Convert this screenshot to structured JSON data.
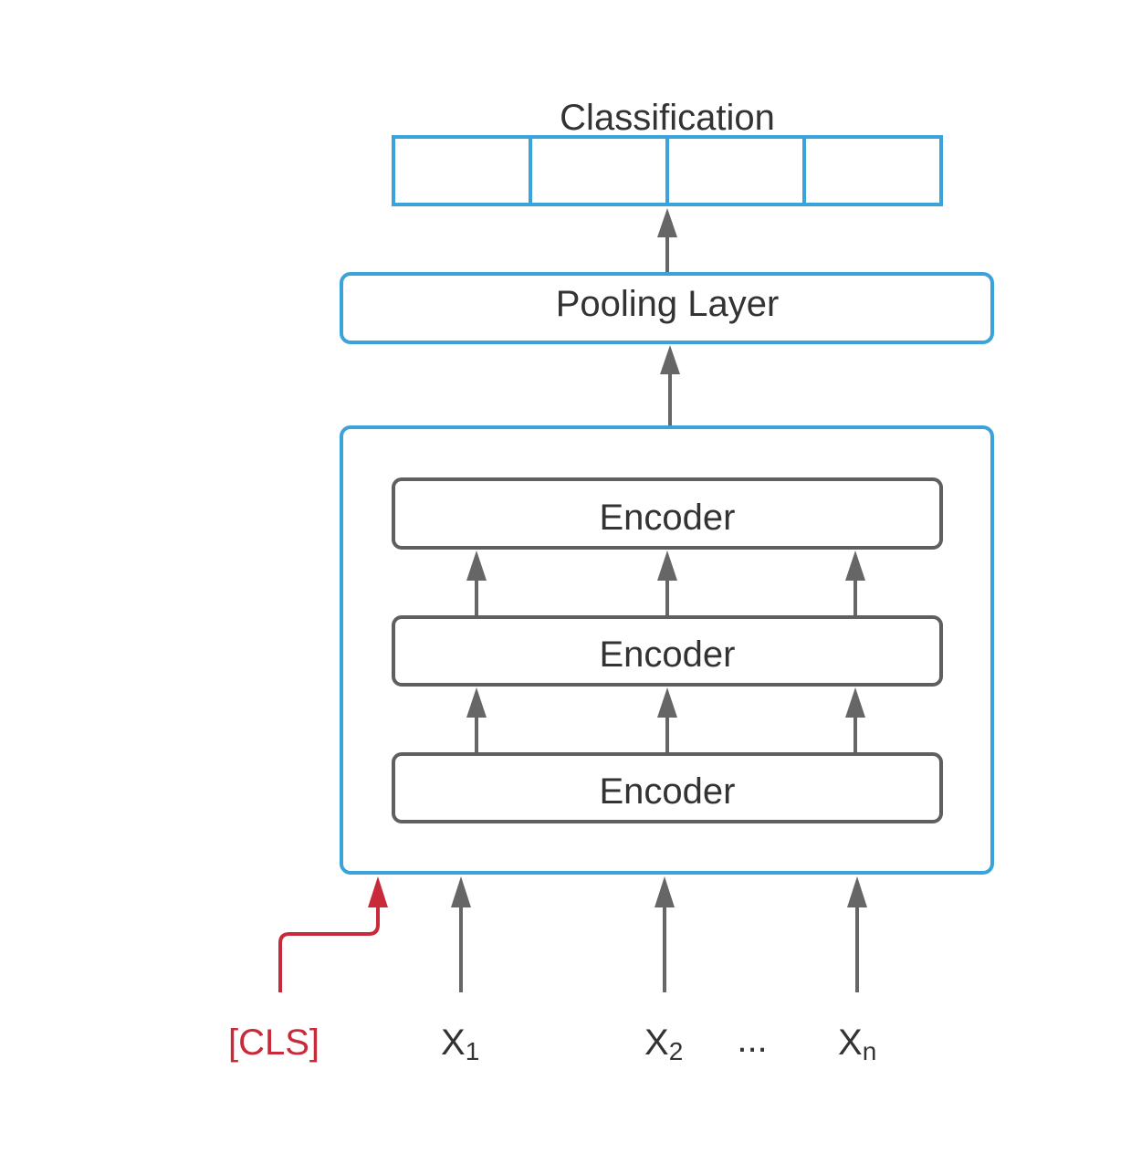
{
  "output": {
    "title": "Classification",
    "cells": 4
  },
  "pooling": {
    "label": "Pooling Layer"
  },
  "encoders": [
    {
      "label": "Encoder"
    },
    {
      "label": "Encoder"
    },
    {
      "label": "Encoder"
    }
  ],
  "inputs": {
    "cls": "[CLS]",
    "x1": {
      "base": "X",
      "sub": "1"
    },
    "x2": {
      "base": "X",
      "sub": "2"
    },
    "ellipsis": "...",
    "xn": {
      "base": "X",
      "sub": "n"
    }
  },
  "colors": {
    "accent_blue": "#3ba3db",
    "box_gray": "#5f5f5f",
    "arrow_gray": "#666666",
    "cls_red": "#c92a3a",
    "text": "#333333"
  }
}
